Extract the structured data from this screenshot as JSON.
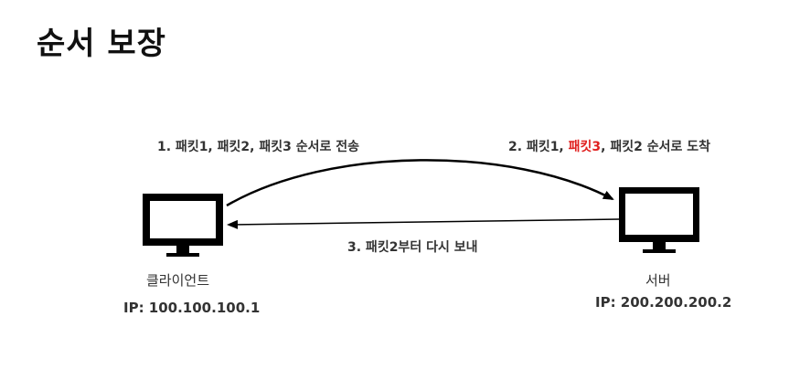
{
  "title": "순서 보장",
  "client": {
    "name": "클라이언트",
    "ip": "IP: 100.100.100.1"
  },
  "server": {
    "name": "서버",
    "ip": "IP: 200.200.200.2"
  },
  "arrows": {
    "send": "1. 패킷1, 패킷2, 패킷3 순서로 전송",
    "arrive_prefix": "2. 패킷1, ",
    "arrive_highlight": "패킷3",
    "arrive_suffix": ", 패킷2 순서로 도착",
    "resend": "3. 패킷2부터 다시 보내"
  },
  "colors": {
    "highlight": "#e0201f",
    "stroke": "#000000"
  }
}
